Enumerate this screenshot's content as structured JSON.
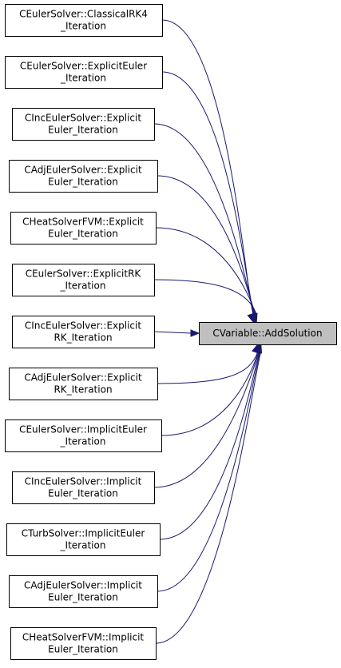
{
  "target": {
    "lines": [
      "CVariable::AddSolution"
    ]
  },
  "callers": [
    {
      "lines": [
        "CEulerSolver::ClassicalRK4",
        "_Iteration"
      ]
    },
    {
      "lines": [
        "CEulerSolver::ExplicitEuler",
        "_Iteration"
      ]
    },
    {
      "lines": [
        "CIncEulerSolver::Explicit",
        "Euler_Iteration"
      ]
    },
    {
      "lines": [
        "CAdjEulerSolver::Explicit",
        "Euler_Iteration"
      ]
    },
    {
      "lines": [
        "CHeatSolverFVM::Explicit",
        "Euler_Iteration"
      ]
    },
    {
      "lines": [
        "CEulerSolver::ExplicitRK",
        "_Iteration"
      ]
    },
    {
      "lines": [
        "CIncEulerSolver::Explicit",
        "RK_Iteration"
      ]
    },
    {
      "lines": [
        "CAdjEulerSolver::Explicit",
        "RK_Iteration"
      ]
    },
    {
      "lines": [
        "CEulerSolver::ImplicitEuler",
        "_Iteration"
      ]
    },
    {
      "lines": [
        "CIncEulerSolver::Implicit",
        "Euler_Iteration"
      ]
    },
    {
      "lines": [
        "CTurbSolver::ImplicitEuler",
        "_Iteration"
      ]
    },
    {
      "lines": [
        "CAdjEulerSolver::Implicit",
        "Euler_Iteration"
      ]
    },
    {
      "lines": [
        "CHeatSolverFVM::Implicit",
        "Euler_Iteration"
      ]
    }
  ],
  "colors": {
    "edge": "#191970",
    "target_fill": "#bfbfbf",
    "node_fill": "#ffffff",
    "border": "#000000"
  }
}
